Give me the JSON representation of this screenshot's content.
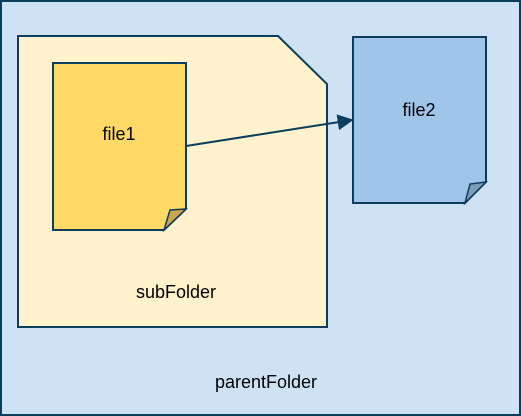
{
  "diagram": {
    "parent_folder": {
      "label": "parentFolder",
      "fill": "#cfe2f3",
      "stroke": "#0b3d5c"
    },
    "sub_folder": {
      "label": "subFolder",
      "fill": "#fff2cc",
      "stroke": "#0b3d5c"
    },
    "file1": {
      "label": "file1",
      "fill": "#ffd966",
      "fold_fill": "#cca64d",
      "stroke": "#0b3d5c"
    },
    "file2": {
      "label": "file2",
      "fill": "#9fc5e8",
      "fold_fill": "#7f9db9",
      "stroke": "#0b3d5c"
    },
    "connector": {
      "from": "file1",
      "to": "file2",
      "stroke": "#0b3d5c"
    }
  }
}
